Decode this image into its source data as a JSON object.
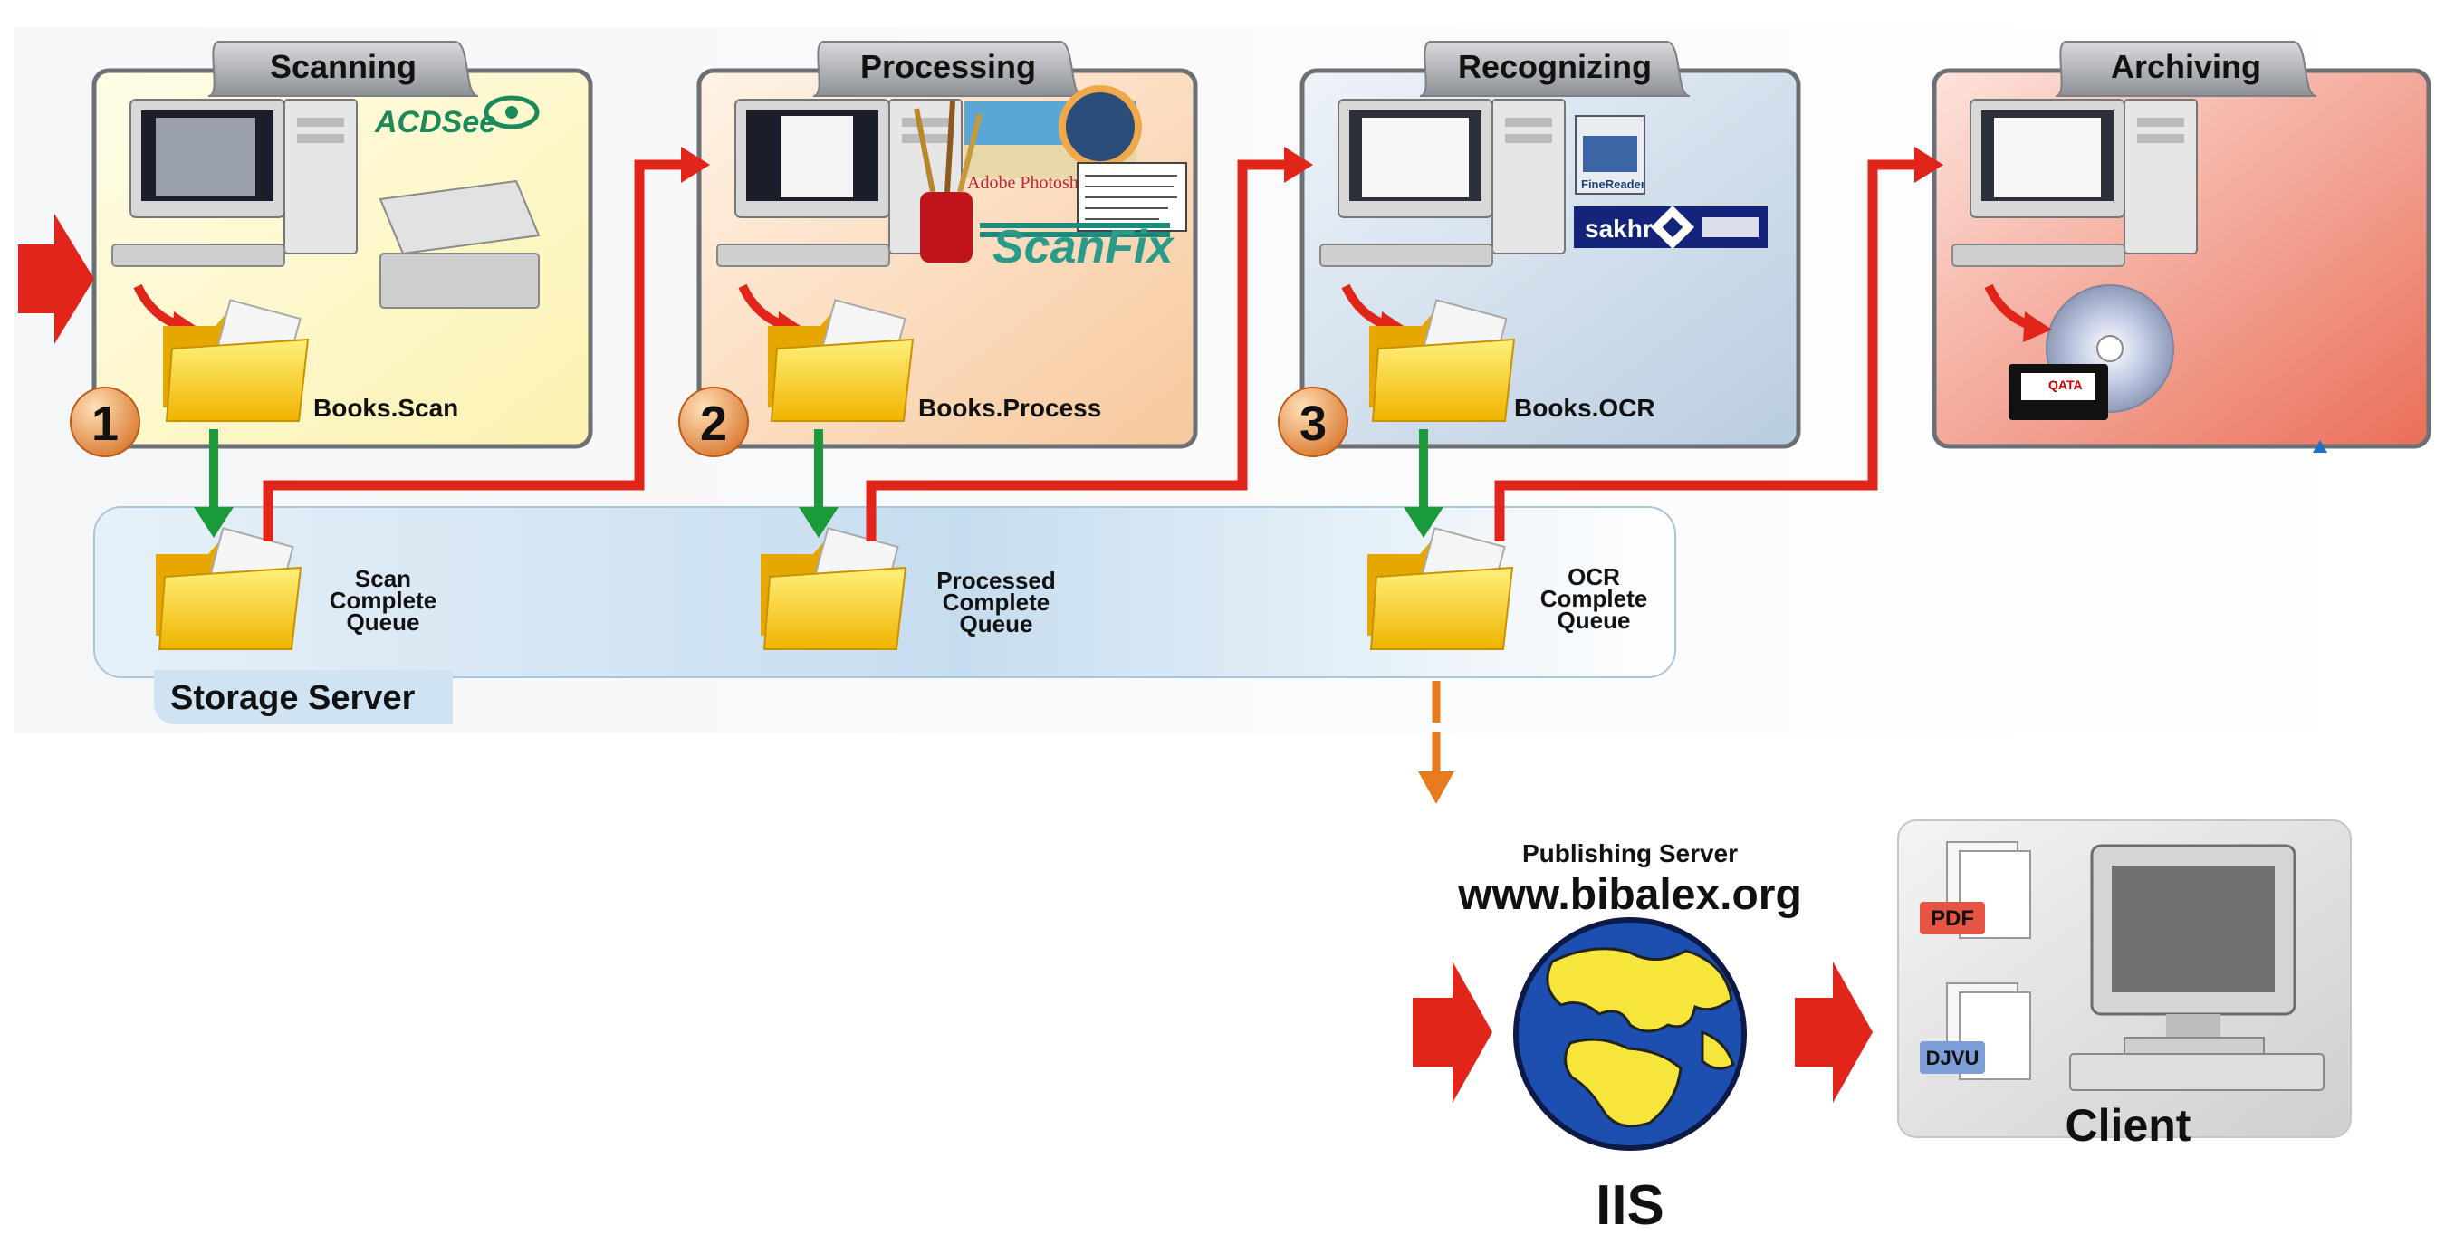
{
  "stages": [
    {
      "title": "Scanning",
      "step": "1",
      "folder": "Books.Scan",
      "tool_label": "ACDSee"
    },
    {
      "title": "Processing",
      "step": "2",
      "folder": "Books.Process",
      "tool_label": "ScanFix",
      "tool_label2": "Adobe Photoshop"
    },
    {
      "title": "Recognizing",
      "step": "3",
      "folder": "Books.OCR",
      "tool_label": "sakhr",
      "tool_label2": "FineReader"
    },
    {
      "title": "Archiving",
      "tool_label": "QATA"
    }
  ],
  "storage": {
    "title": "Storage Server",
    "queues": [
      {
        "line1": "Scan",
        "line2": "Complete",
        "line3": "Queue"
      },
      {
        "line1": "Processed",
        "line2": "Complete",
        "line3": "Queue"
      },
      {
        "line1": "OCR",
        "line2": "Complete",
        "line3": "Queue"
      }
    ]
  },
  "publishing": {
    "title": "Publishing Server",
    "url": "www.bibalex.org",
    "server": "IIS"
  },
  "client": {
    "title": "Client",
    "format1": "PDF",
    "format2": "DJVU"
  },
  "colors": {
    "flow_red": "#e1251b",
    "flow_green": "#1a9a3a",
    "flow_orange": "#e87b1e",
    "scanning_bg": "#fdfbd6",
    "processing_bg": "#fbd9b9",
    "recognizing_bg": "#cfdbe8",
    "archiving_bg": "#f39a88",
    "tab_bg": "#b9bcc2",
    "storage_bg": "#c8dff0",
    "folder": "#f7c60c"
  }
}
